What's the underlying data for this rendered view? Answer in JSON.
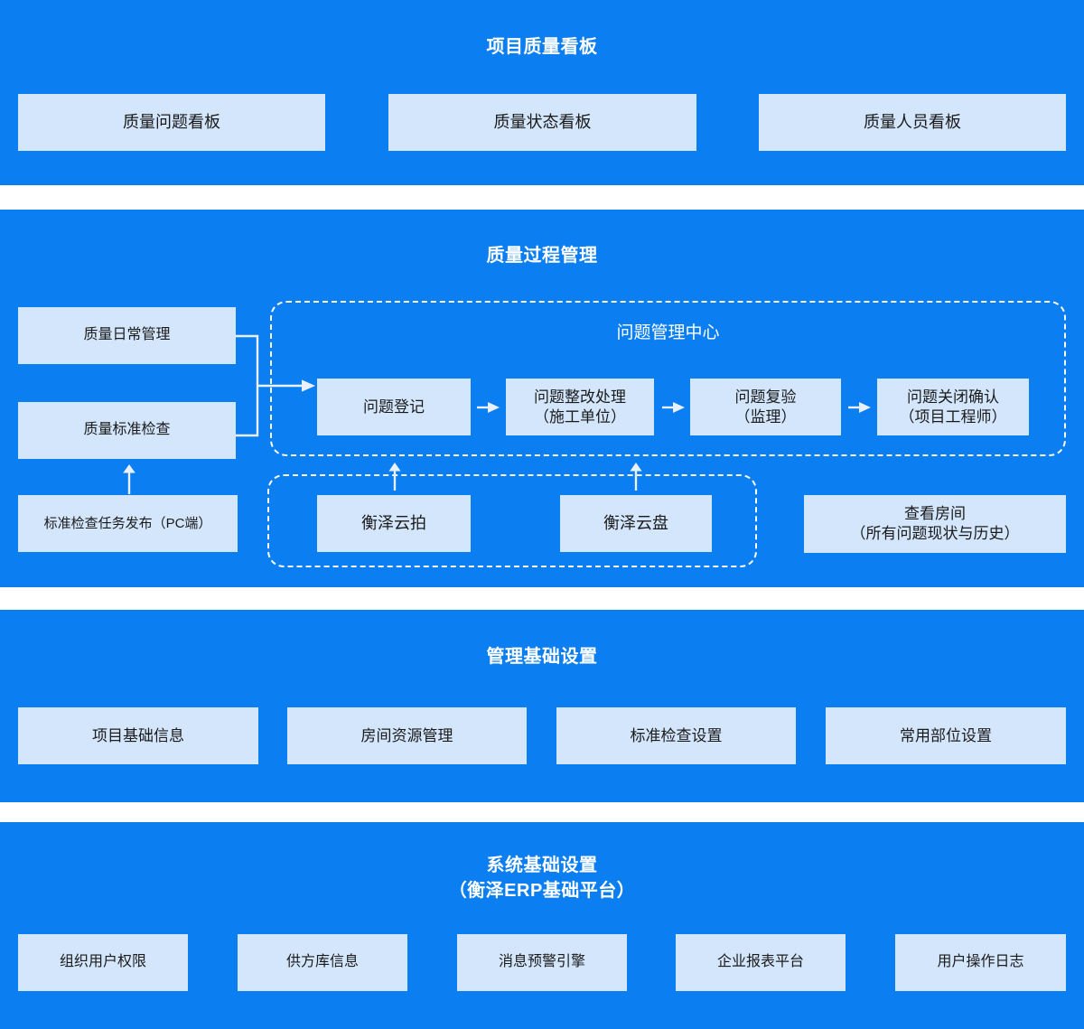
{
  "palette": {
    "background_blue": "#0b7ef2",
    "card_fill": "#d4e6fc",
    "card_text": "#1a1a1a",
    "title_text": "#ffffff",
    "connector": "#e8f1fd",
    "page_background": "#ffffff"
  },
  "sections": [
    {
      "id": "project-quality-dashboard",
      "title": "项目质量看板",
      "cards": [
        {
          "label": "质量问题看板"
        },
        {
          "label": "质量状态看板"
        },
        {
          "label": "质量人员看板"
        }
      ]
    },
    {
      "id": "quality-process-management",
      "title": "质量过程管理",
      "left_column": [
        {
          "label": "质量日常管理"
        },
        {
          "label": "质量标准检查"
        },
        {
          "label": "标准检查任务发布（PC端）"
        }
      ],
      "issue_center": {
        "title": "问题管理中心",
        "steps": [
          {
            "label": "问题登记"
          },
          {
            "label": "问题整改处理\n（施工单位）"
          },
          {
            "label": "问题复验\n（监理）"
          },
          {
            "label": "问题关闭确认\n（项目工程师）"
          }
        ]
      },
      "cloud_tools": [
        {
          "label": "衡泽云拍"
        },
        {
          "label": "衡泽云盘"
        }
      ],
      "room_card": {
        "label": "查看房间\n（所有问题现状与历史）"
      }
    },
    {
      "id": "management-base-settings",
      "title": "管理基础设置",
      "cards": [
        {
          "label": "项目基础信息"
        },
        {
          "label": "房间资源管理"
        },
        {
          "label": "标准检查设置"
        },
        {
          "label": "常用部位设置"
        }
      ]
    },
    {
      "id": "system-base-settings",
      "title": "系统基础设置\n（衡泽ERP基础平台）",
      "cards": [
        {
          "label": "组织用户权限"
        },
        {
          "label": "供方库信息"
        },
        {
          "label": "消息预警引擎"
        },
        {
          "label": "企业报表平台"
        },
        {
          "label": "用户操作日志"
        }
      ]
    }
  ]
}
